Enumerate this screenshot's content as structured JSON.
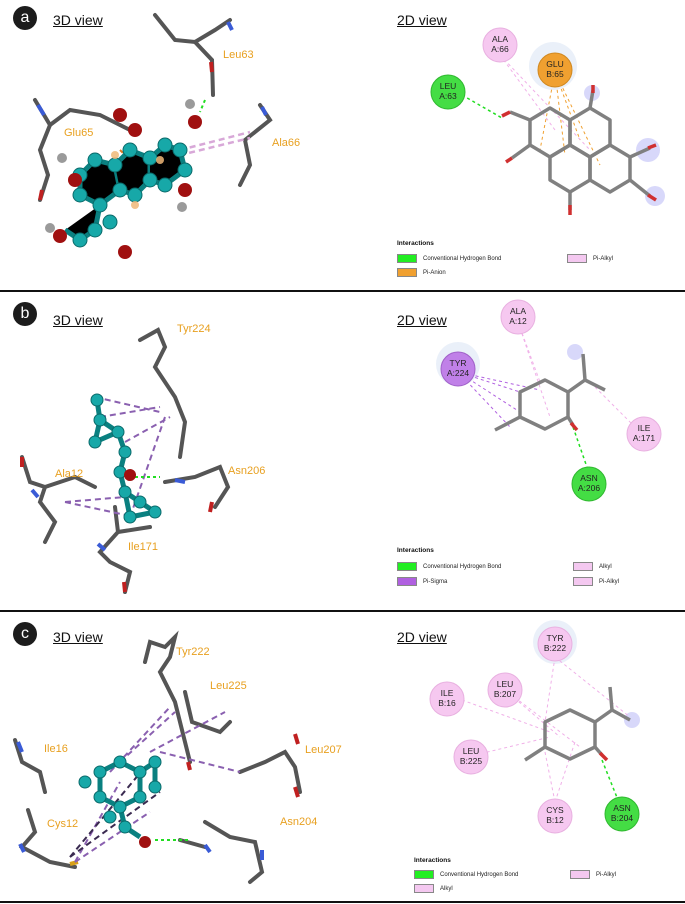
{
  "panels": [
    {
      "label": "a",
      "view3d": "3D view",
      "view2d": "2D view",
      "residues3d": [
        "Leu63",
        "Glu65",
        "Ala66"
      ],
      "nodes2d": [
        {
          "top": "ALA",
          "bottom": "A:66",
          "color": "#f6c8f0"
        },
        {
          "top": "GLU",
          "bottom": "B:65",
          "color": "#f0a030"
        },
        {
          "top": "LEU",
          "bottom": "A:63",
          "color": "#44dd44"
        }
      ],
      "legend_title": "Interactions",
      "legend": [
        {
          "name": "Conventional Hydrogen Bond",
          "color": "#22ee22"
        },
        {
          "name": "Pi-Anion",
          "color": "#f0a030"
        },
        {
          "name": "Pi-Alkyl",
          "color": "#f4c8f0"
        }
      ]
    },
    {
      "label": "b",
      "view3d": "3D view",
      "view2d": "2D view",
      "residues3d": [
        "Tyr224",
        "Ala12",
        "Asn206",
        "Ile171"
      ],
      "nodes2d": [
        {
          "top": "ALA",
          "bottom": "A:12",
          "color": "#f6c8f0"
        },
        {
          "top": "TYR",
          "bottom": "A:224",
          "color": "#c080e8"
        },
        {
          "top": "ILE",
          "bottom": "A:171",
          "color": "#f6c8f0"
        },
        {
          "top": "ASN",
          "bottom": "A:206",
          "color": "#44dd44"
        }
      ],
      "legend_title": "Interactions",
      "legend": [
        {
          "name": "Conventional Hydrogen Bond",
          "color": "#22ee22"
        },
        {
          "name": "Pi-Sigma",
          "color": "#b060e0"
        },
        {
          "name": "Alkyl",
          "color": "#f4c8f0"
        },
        {
          "name": "Pi-Alkyl",
          "color": "#f4c8f0"
        }
      ]
    },
    {
      "label": "c",
      "view3d": "3D view",
      "view2d": "2D view",
      "residues3d": [
        "Tyr222",
        "Leu225",
        "Ile16",
        "Leu207",
        "Cys12",
        "Asn204"
      ],
      "nodes2d": [
        {
          "top": "TYR",
          "bottom": "B:222",
          "color": "#f6c8f0"
        },
        {
          "top": "LEU",
          "bottom": "B:207",
          "color": "#f6c8f0"
        },
        {
          "top": "ILE",
          "bottom": "B:16",
          "color": "#f6c8f0"
        },
        {
          "top": "LEU",
          "bottom": "B:225",
          "color": "#f6c8f0"
        },
        {
          "top": "CYS",
          "bottom": "B:12",
          "color": "#f6c8f0"
        },
        {
          "top": "ASN",
          "bottom": "B:204",
          "color": "#44dd44"
        }
      ],
      "legend_title": "Interactions",
      "legend": [
        {
          "name": "Conventional Hydrogen Bond",
          "color": "#22ee22"
        },
        {
          "name": "Alkyl",
          "color": "#f4c8f0"
        },
        {
          "name": "Pi-Alkyl",
          "color": "#f4c8f0"
        }
      ]
    }
  ]
}
